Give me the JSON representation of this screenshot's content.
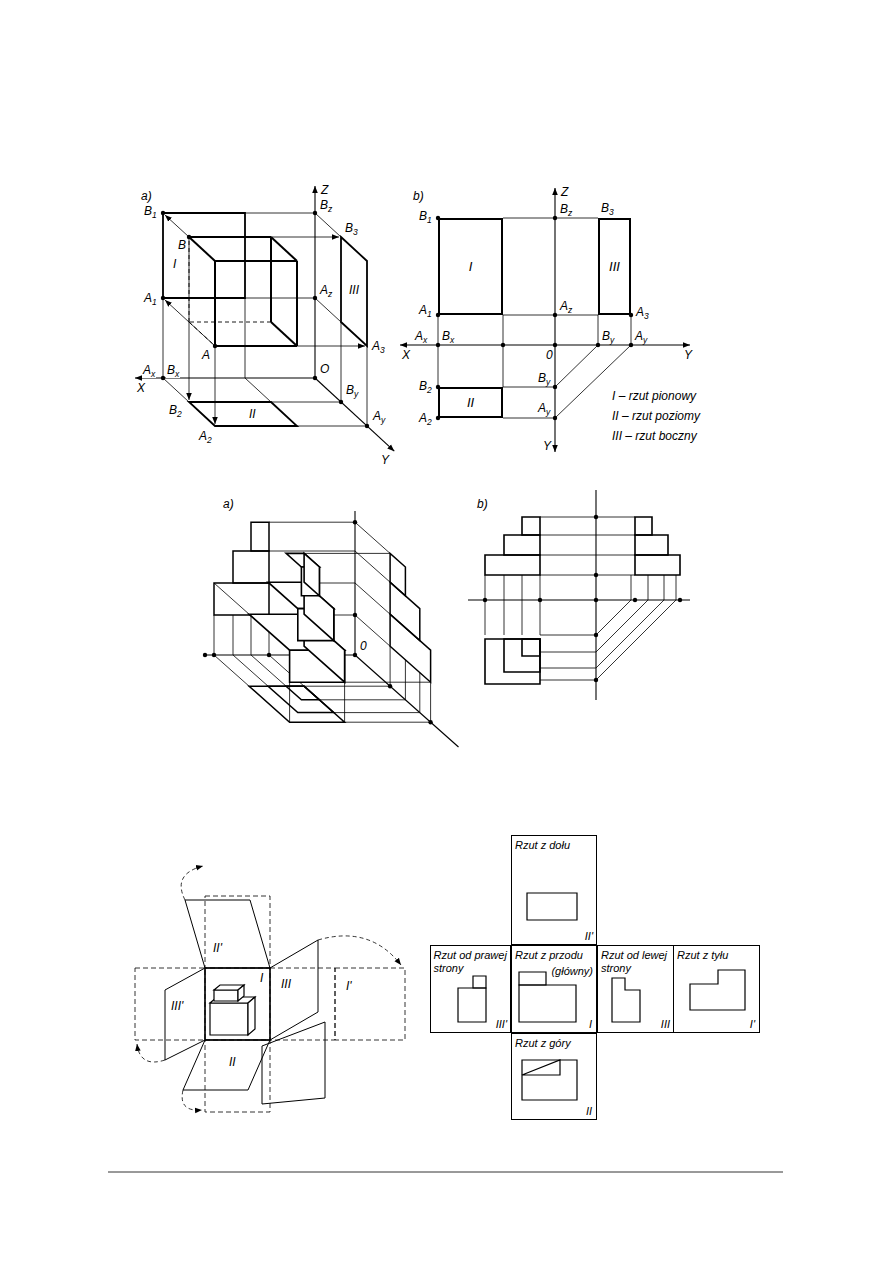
{
  "diagram": {
    "nodes": [
      {
        "text": [
          "I"
        ]
      },
      {
        "text": [
          "III"
        ]
      },
      {
        "text": [
          "II"
        ]
      },
      {
        "text": [
          "Rzut z dołu",
          "II'"
        ]
      },
      {
        "text": [
          "Rzut od prawej strony",
          "III'"
        ]
      },
      {
        "text": [
          "Rzut z przodu",
          "(główny)",
          "I"
        ]
      },
      {
        "text": [
          "Rzut od lewej strony",
          "III"
        ]
      },
      {
        "text": [
          "Rzut z tyłu",
          "I'"
        ]
      },
      {
        "text": [
          "Rzut z góry",
          "II"
        ]
      }
    ],
    "labels": [
      "a)",
      "Z",
      "B1",
      "B",
      "Bz",
      "B3",
      "I",
      "III",
      "Az",
      "A1",
      "A",
      "A3",
      "Ax",
      "Bx",
      "X",
      "O",
      "B2",
      "II",
      "By",
      "A2",
      "Ay",
      "Y",
      "b)",
      "Z",
      "Bz",
      "B3",
      "B1",
      "A1",
      "Az",
      "A3",
      "Ax",
      "Bx",
      "X",
      "0",
      "By",
      "Ay",
      "Y",
      "B2",
      "By",
      "A2",
      "Ay",
      "Y",
      "I – rzut pionowy",
      "II – rzut poziomy",
      "III – rzut boczny",
      "a)",
      "0",
      "b)",
      "II'",
      "III'",
      "I",
      "III",
      "I'",
      "II"
    ]
  }
}
